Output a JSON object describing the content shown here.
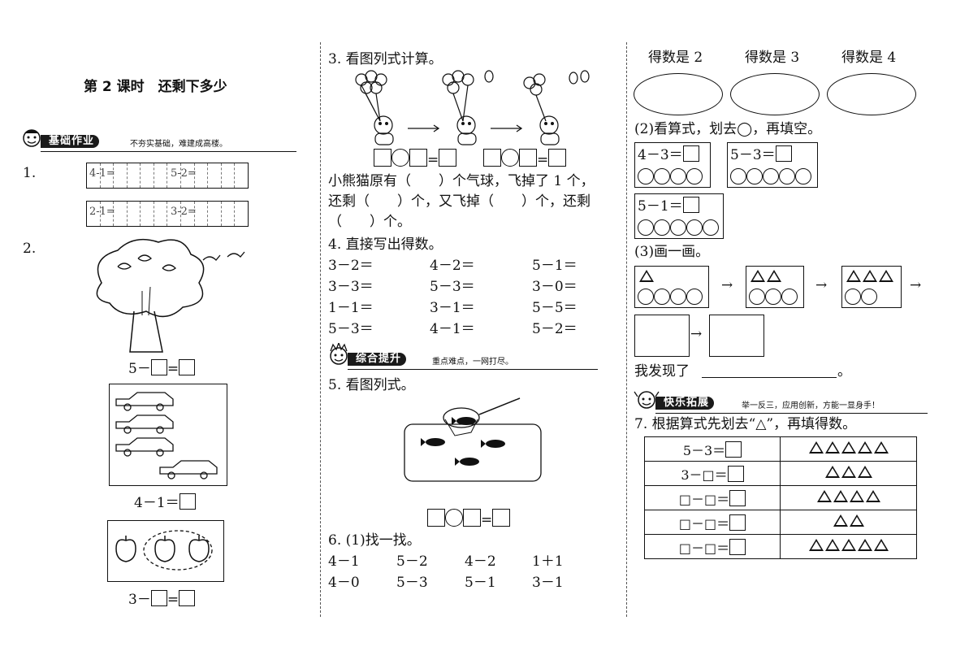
{
  "title": "第 2 课时　还剩下多少",
  "section1": {
    "label": "基础作业",
    "subtitle": "不夯实基础，难建成高楼。"
  },
  "q1": {
    "num": "1.",
    "items": [
      "4-1=",
      "5-2=",
      "2-1=",
      "3-2="
    ]
  },
  "q2": {
    "num": "2.",
    "eq_tree": {
      "lhs": "5－",
      "eq": "="
    },
    "eq_cars": {
      "text": "4－1＝"
    },
    "eq_apples": {
      "lhs": "3－",
      "eq": "="
    }
  },
  "q3": {
    "title": "3. 看图列式计算。",
    "text_line1": "小熊猫原有（　　）个气球，飞掉了 1 个，",
    "text_line2": "还剩（　　）个，又飞掉（　　）个，还剩",
    "text_line3": "（　　）个。"
  },
  "q4": {
    "title": "4. 直接写出得数。",
    "rows": [
      [
        "3－2＝",
        "4－2＝",
        "5－1＝"
      ],
      [
        "3－3＝",
        "5－3＝",
        "3－0＝"
      ],
      [
        "1－1＝",
        "3－1＝",
        "5－5＝"
      ],
      [
        "5－3＝",
        "4－1＝",
        "5－2＝"
      ]
    ]
  },
  "section2": {
    "label": "综合提升",
    "subtitle": "重点难点，一网打尽。"
  },
  "q5": {
    "title": "5. 看图列式。"
  },
  "q6": {
    "title": "6. (1)找一找。",
    "rows": [
      [
        "4－1",
        "5－2",
        "4－2",
        "1＋1"
      ],
      [
        "4－0",
        "5－3",
        "5－1",
        "3－1"
      ]
    ]
  },
  "right": {
    "ellipse_labels": [
      "得数是 2",
      "得数是 3",
      "得数是 4"
    ],
    "p2_title": "(2)看算式，划去◯，再填空。",
    "p2_eqs": [
      "4－3＝",
      "5－3＝",
      "5－1＝"
    ],
    "p3_title": "(3)画一画。",
    "discover": "我发现了",
    "discover_end": "。"
  },
  "section3": {
    "label": "快乐拓展",
    "subtitle": "举一反三，应用创新，方能一显身手！"
  },
  "q7": {
    "title": "7. 根据算式先划去“△”，再填得数。",
    "rows": [
      {
        "eq": "5－3＝",
        "tri": 5
      },
      {
        "eq": "3－□＝",
        "tri": 3
      },
      {
        "eq": "□－□＝",
        "tri": 4
      },
      {
        "eq": "□－□＝",
        "tri": 2
      },
      {
        "eq": "□－□＝",
        "tri": 5
      }
    ]
  }
}
